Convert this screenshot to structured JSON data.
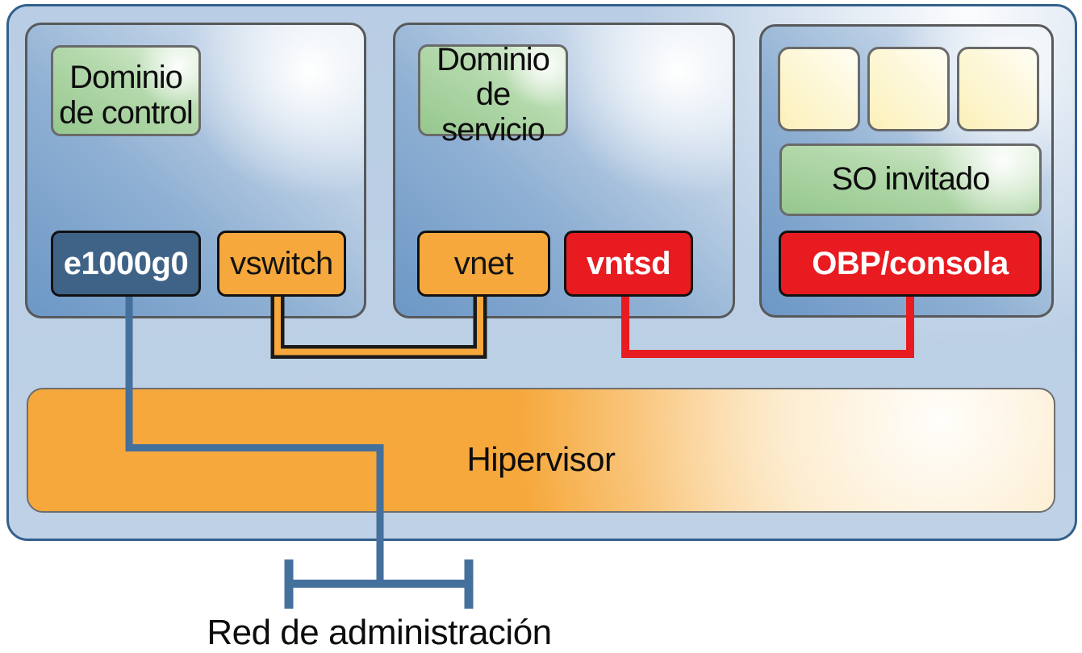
{
  "palette": {
    "container_blue": "#bccfe5",
    "container_border": "#33608c",
    "domain_gradient_dark": "#6c97c6",
    "domain_border": "#58595b",
    "green_label": "#96c78e",
    "chip_dark_blue": "#3e6387",
    "chip_orange": "#f6a83c",
    "chip_red": "#e81b21",
    "vm_square_cream": "#fbf0ba",
    "line_blue": "#44709c",
    "line_black": "#1a1a1a"
  },
  "domains": {
    "control": {
      "label": "Dominio de control",
      "chips": [
        {
          "text": "e1000g0",
          "style": "blue"
        },
        {
          "text": "vswitch",
          "style": "orange"
        }
      ]
    },
    "service": {
      "label": "Dominio de servicio",
      "chips": [
        {
          "text": "vnet",
          "style": "orange"
        },
        {
          "text": "vntsd",
          "style": "red"
        }
      ]
    },
    "guest": {
      "vm_placeholder_count": 3,
      "os_label": "SO invitado",
      "console_label": "OBP/consola"
    }
  },
  "hypervisor": {
    "label": "Hipervisor"
  },
  "network": {
    "label": "Red de administración"
  },
  "connections": [
    {
      "from": "e1000g0",
      "to": "Red de administración",
      "color": "#44709c"
    },
    {
      "from": "vswitch",
      "to": "vnet",
      "color": "#f6a83c"
    },
    {
      "from": "vntsd",
      "to": "OBP/consola",
      "color": "#e81b21"
    }
  ]
}
